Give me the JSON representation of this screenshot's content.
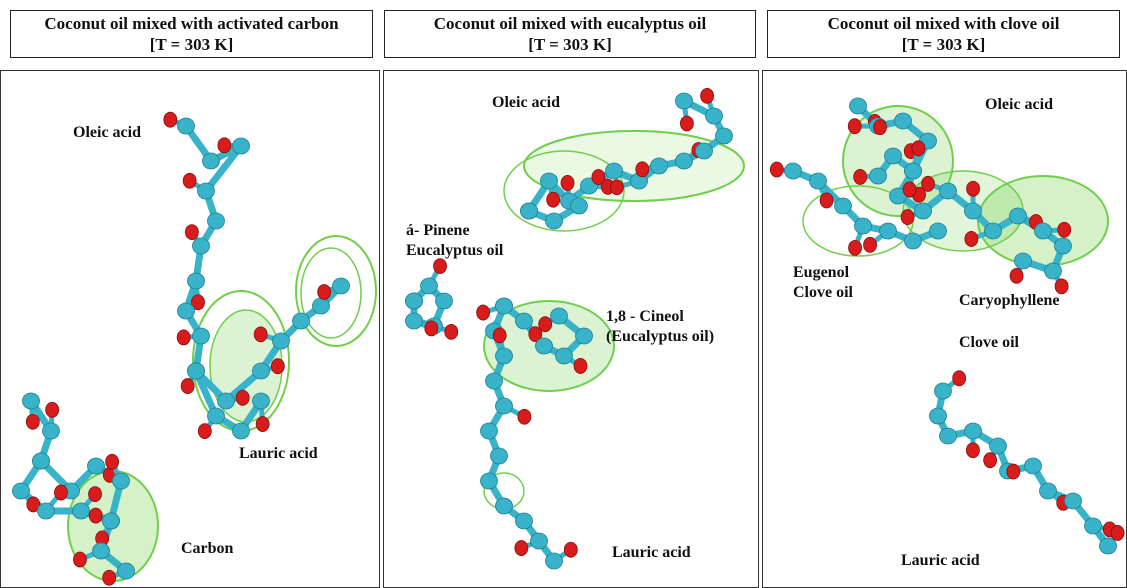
{
  "panels": [
    {
      "title_line1": "Coconut oil mixed with activated carbon",
      "title_line2": "[T = 303 K]",
      "labels": {
        "oleic": "Oleic acid",
        "lauric": "Lauric acid",
        "carbon": "Carbon"
      }
    },
    {
      "title_line1": "Coconut oil mixed with eucalyptus oil",
      "title_line2": "[T = 303 K]",
      "labels": {
        "oleic": "Oleic acid",
        "pinene_line1": "á- Pinene",
        "pinene_line2": "Eucalyptus oil",
        "cineol_line1": "1,8 - Cineol",
        "cineol_line2": "(Eucalyptus oil)",
        "lauric": "Lauric acid"
      }
    },
    {
      "title_line1": "Coconut oil mixed with clove oil",
      "title_line2": "[T = 303 K]",
      "labels": {
        "oleic": "Oleic acid",
        "eugenol_line1": "Eugenol",
        "eugenol_line2": "Clove oil",
        "caryophyllene": "Caryophyllene",
        "clove": "Clove  oil",
        "lauric": "Lauric acid"
      }
    }
  ],
  "colors": {
    "carbon_atom": "#38b3c9",
    "oxygen_atom": "#d81c1c",
    "interaction_mesh": "#6fcf4a"
  }
}
